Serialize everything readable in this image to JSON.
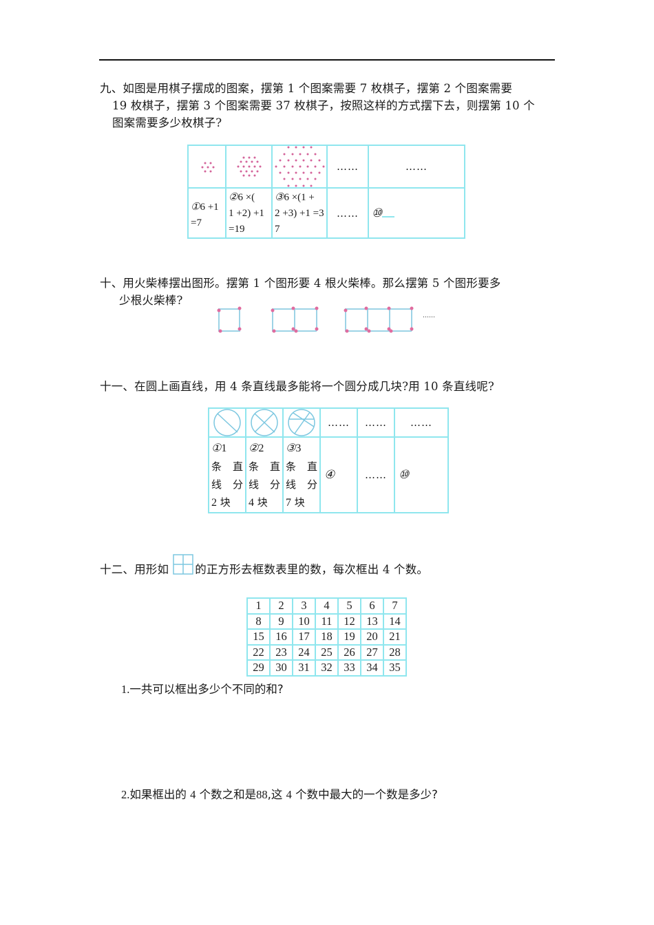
{
  "page": {
    "accent_line_color": "#8fe6ee",
    "dot_color": "#d4649a",
    "matchstick_color": "#9dd3e6"
  },
  "q9": {
    "line1": "九、如图是用棋子摆成的图案，摆第 1 个图案需要 7 枚棋子，摆第 2 个图案需要",
    "line2": "19 枚棋子，摆第 3 个图案需要 37 枚棋子，按照这样的方式摆下去，则摆第 10 个",
    "line3": "图案需要多少枚棋子?",
    "table": {
      "row1": [
        "",
        "",
        "",
        "……",
        "……"
      ],
      "row2": [
        {
          "circ": "①",
          "text1": "6 +1",
          "text2": "=7",
          "text3": ""
        },
        {
          "circ": "②",
          "text1": "6 ×(",
          "text2": "1 +2) +1",
          "text3": "=19"
        },
        {
          "circ": "③",
          "text1": "6 ×(1 +",
          "text2": "2 +3) +1 =3",
          "text3": "7"
        },
        {
          "text": "……"
        },
        {
          "circ": "⑩"
        }
      ]
    }
  },
  "q10": {
    "line1": "十、用火柴棒摆出图形。摆第 1 个图形要 4 根火柴棒。那么摆第 5 个图形要多",
    "line2": "少根火柴棒?",
    "ellipsis": "……"
  },
  "q11": {
    "line1": "十一、在圆上画直线，用 4 条直线最多能将一个圆分成几块?用 10 条直线呢?",
    "table": {
      "row1_dots": [
        "……",
        "……",
        "……"
      ],
      "cells": [
        {
          "circ": "①",
          "n": "1",
          "l1": "条 直",
          "l2": "线 分",
          "blocks": "2",
          "unit": "块"
        },
        {
          "circ": "②",
          "n": "2",
          "l1": "条 直",
          "l2": "线 分",
          "blocks": "4",
          "unit": "块"
        },
        {
          "circ": "③",
          "n": "3",
          "l1": "条 直",
          "l2": "线 分",
          "blocks": "7",
          "unit": "块"
        }
      ],
      "c4": "④",
      "c5": "……",
      "c6": "⑩"
    }
  },
  "q12": {
    "prefix": "十二、用形如",
    "suffix": "的正方形去框数表里的数，每次框出 4 个数。",
    "grid": [
      [
        "1",
        "2",
        "3",
        "4",
        "5",
        "6",
        "7"
      ],
      [
        "8",
        "9",
        "10",
        "11",
        "12",
        "13",
        "14"
      ],
      [
        "15",
        "16",
        "17",
        "18",
        "19",
        "20",
        "21"
      ],
      [
        "22",
        "23",
        "24",
        "25",
        "26",
        "27",
        "28"
      ],
      [
        "29",
        "30",
        "31",
        "32",
        "33",
        "34",
        "35"
      ]
    ],
    "sub1": {
      "num": "1.",
      "text": "一共可以框出多少个不同的和?"
    },
    "sub2": {
      "num": "2.",
      "t1": "如果框出的",
      "n1": "4",
      "t2": "个数之和是",
      "n2": "88",
      "t3": ",这",
      "n3": "4",
      "t4": "个数中最大的一个数是多少?"
    }
  }
}
